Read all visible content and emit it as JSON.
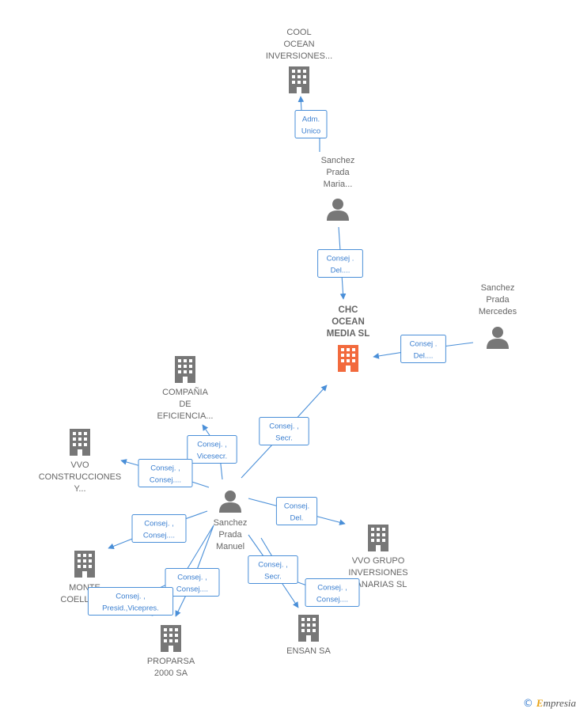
{
  "colors": {
    "edge": "#4a8fd8",
    "node": "#777777",
    "focus": "#f26a3d",
    "text": "#666666"
  },
  "nodes": [
    {
      "id": "cool-ocean",
      "type": "company",
      "lines": [
        "COOL",
        "OCEAN",
        "INVERSIONES..."
      ]
    },
    {
      "id": "maria",
      "type": "person",
      "lines": [
        "Sanchez",
        "Prada",
        "Maria..."
      ]
    },
    {
      "id": "chc",
      "type": "company",
      "focus": true,
      "lines": [
        "CHC",
        "OCEAN",
        "MEDIA  SL"
      ]
    },
    {
      "id": "mercedes",
      "type": "person",
      "lines": [
        "Sanchez",
        "Prada",
        "Mercedes"
      ]
    },
    {
      "id": "compania",
      "type": "company",
      "lines": [
        "COMPAÑIA",
        "DE",
        "EFICIENCIA..."
      ]
    },
    {
      "id": "vvo-constr",
      "type": "company",
      "lines": [
        "VVO",
        "CONSTRUCCIONES",
        "Y..."
      ]
    },
    {
      "id": "manuel",
      "type": "person",
      "lines": [
        "Sanchez",
        "Prada",
        "Manuel"
      ]
    },
    {
      "id": "vvo-grupo",
      "type": "company",
      "lines": [
        "VVO GRUPO",
        "INVERSIONES",
        "CANARIAS SL"
      ]
    },
    {
      "id": "monte",
      "type": "company",
      "lines": [
        "MONTE",
        "COELLO SL"
      ]
    },
    {
      "id": "proparsa",
      "type": "company",
      "lines": [
        "PROPARSA",
        "2000 SA"
      ]
    },
    {
      "id": "ensan",
      "type": "company",
      "lines": [
        "ENSAN SA"
      ]
    }
  ],
  "edges": [
    {
      "from": "maria",
      "to": "cool-ocean",
      "tag": [
        "Adm.",
        "Unico"
      ]
    },
    {
      "from": "maria",
      "to": "chc",
      "tag": [
        "Consej .",
        "Del...."
      ]
    },
    {
      "from": "mercedes",
      "to": "chc",
      "tag": [
        "Consej .",
        "Del...."
      ]
    },
    {
      "from": "manuel",
      "to": "chc",
      "tag": [
        "Consej. ,",
        "Secr."
      ]
    },
    {
      "from": "manuel",
      "to": "compania",
      "tag": [
        "Consej. ,",
        "Vicesecr."
      ]
    },
    {
      "from": "manuel",
      "to": "vvo-constr",
      "tag": [
        "Consej. ,",
        "Consej...."
      ]
    },
    {
      "from": "manuel",
      "to": "vvo-grupo",
      "tag": [
        "Consej.",
        "Del."
      ]
    },
    {
      "from": "manuel",
      "to": "monte",
      "tag": [
        "Consej. ,",
        "Consej...."
      ]
    },
    {
      "from": "manuel",
      "to": "proparsa",
      "tag": [
        "Consej. ,",
        "Consej...."
      ]
    },
    {
      "from": "manuel",
      "to": "proparsa",
      "tag": [
        "Consej. ,",
        "Presid.,Vicepres."
      ]
    },
    {
      "from": "manuel",
      "to": "ensan",
      "tag": [
        "Consej. ,",
        "Secr."
      ]
    },
    {
      "from": "manuel",
      "to": "ensan",
      "tag": [
        "Consej. ,",
        "Consej...."
      ]
    }
  ],
  "footer": {
    "copyright": "©",
    "brand_initial": "E",
    "brand_rest": "mpresia"
  }
}
